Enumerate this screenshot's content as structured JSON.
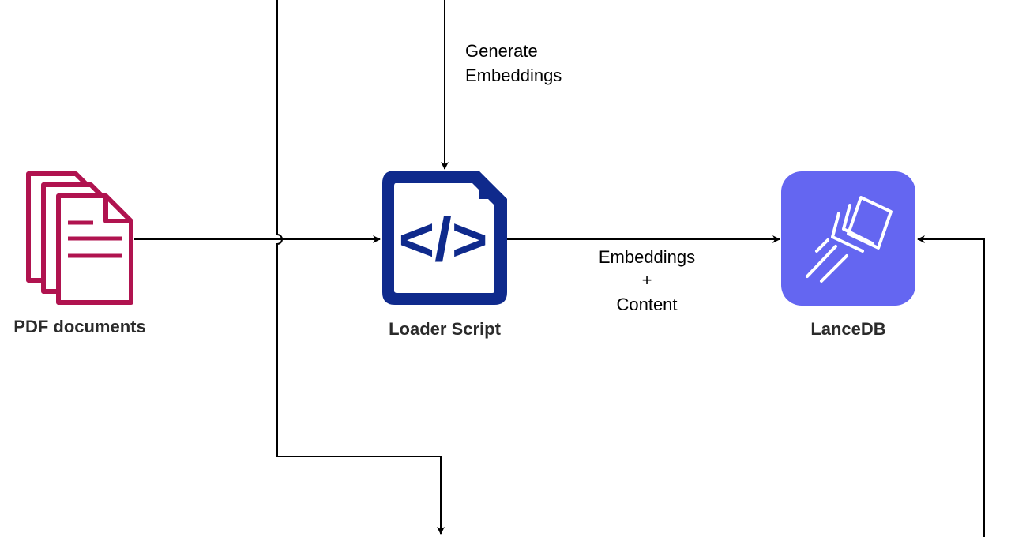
{
  "edges": {
    "generate_embeddings": [
      "Generate",
      "Embeddings"
    ],
    "embeddings_content": [
      "Embeddings",
      "+",
      "Content"
    ]
  },
  "nodes": {
    "pdf": {
      "label": "PDF documents",
      "color": "#b0134f"
    },
    "loader": {
      "label": "Loader Script",
      "glyph": "</>",
      "color": "#0f2a8c"
    },
    "lancedb": {
      "label": "LanceDB",
      "color": "#6466f1"
    }
  },
  "colors": {
    "line": "#000000"
  }
}
